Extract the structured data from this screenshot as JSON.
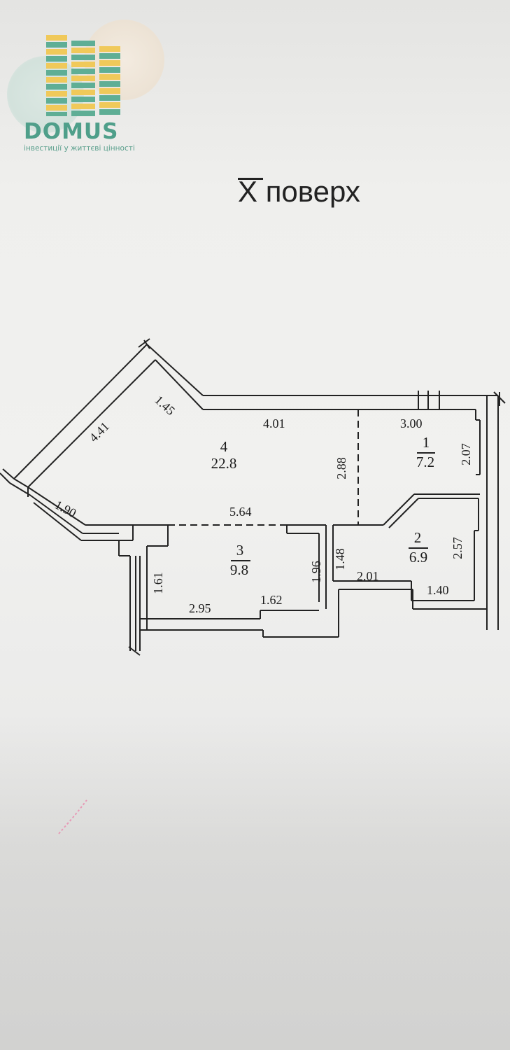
{
  "logo": {
    "brand": "DOMUS",
    "tagline": "інвестиції у життєві цінності",
    "colors": {
      "green": "#4f9f8a",
      "yellow": "#f0c95a",
      "teal": "#5fae95"
    }
  },
  "title": {
    "numeral": "X",
    "text": "поверх"
  },
  "plan": {
    "rooms": [
      {
        "number": "1",
        "area": "7.2"
      },
      {
        "number": "2",
        "area": "6.9"
      },
      {
        "number": "3",
        "area": "9.8"
      },
      {
        "number": "4",
        "area": "22.8"
      }
    ],
    "dimensions": {
      "d_1_45": "1.45",
      "d_4_41": "4.41",
      "d_4_01": "4.01",
      "d_3_00": "3.00",
      "d_2_07": "2.07",
      "d_2_88": "2.88",
      "d_1_90": "1.90",
      "d_5_64": "5.64",
      "d_2_57": "2.57",
      "d_1_48": "1.48",
      "d_2_01": "2.01",
      "d_1_40": "1.40",
      "d_1_96": "1.96",
      "d_1_61": "1.61",
      "d_2_95": "2.95",
      "d_1_62": "1.62"
    },
    "line_color": "#222222"
  }
}
